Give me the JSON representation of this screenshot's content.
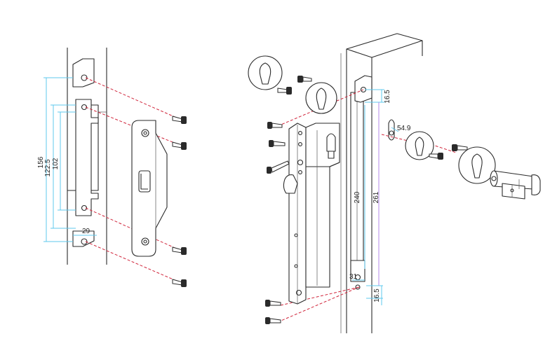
{
  "dimensions": {
    "strike_height_outer": "156",
    "strike_height_mid": "122.5",
    "strike_height_inner": "102",
    "strike_width": "29",
    "lock_screw_offset_top": "16.5",
    "lock_cam_dim": "54.9",
    "lock_body_height": "240",
    "lock_total_height": "261",
    "lock_bottom_dim": "31",
    "lock_screw_offset_bottom": "16.5"
  },
  "colors": {
    "line": "#2a2a2a",
    "assembly_dash": "#d0243a",
    "dimension_cyan": "#5fc8ee",
    "dimension_violet": "#b388e8"
  },
  "icons": [
    "screw-icon",
    "escutcheon-rose-icon",
    "euro-cylinder-icon"
  ]
}
